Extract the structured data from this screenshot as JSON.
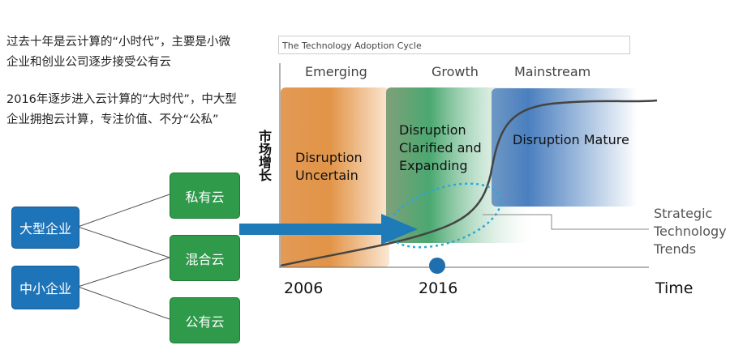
{
  "notes": [
    "过去十年是云计算的“小时代”，主要是小微",
    "企业和创业公司逐步接受公有云",
    "2016年逐步进入云计算的“大时代”，中大型",
    "企业拥抱云计算，专注价值、不分“公私”"
  ],
  "enterprises": [
    "大型企业",
    "中小企业"
  ],
  "clouds": [
    "私有云",
    "混合云",
    "公有云"
  ],
  "chart": {
    "title": "The Technology Adoption Cycle",
    "phases": [
      "Emerging",
      "Growth",
      "Mainstream"
    ],
    "bands": [
      [
        "Disruption",
        "Uncertain"
      ],
      [
        "Disruption",
        "Clarified and",
        "Expanding"
      ],
      [
        "Disruption Mature"
      ]
    ],
    "ylabel": "市场增长",
    "xlabel": "Time",
    "years": [
      "2006",
      "2016"
    ],
    "callout": [
      "Strategic",
      "Technology",
      "Trends"
    ],
    "colors": {
      "orange": "#e08f45",
      "green": "#3fa56a",
      "blue": "#3f78b8",
      "arrow": "#1f7ab8"
    }
  }
}
